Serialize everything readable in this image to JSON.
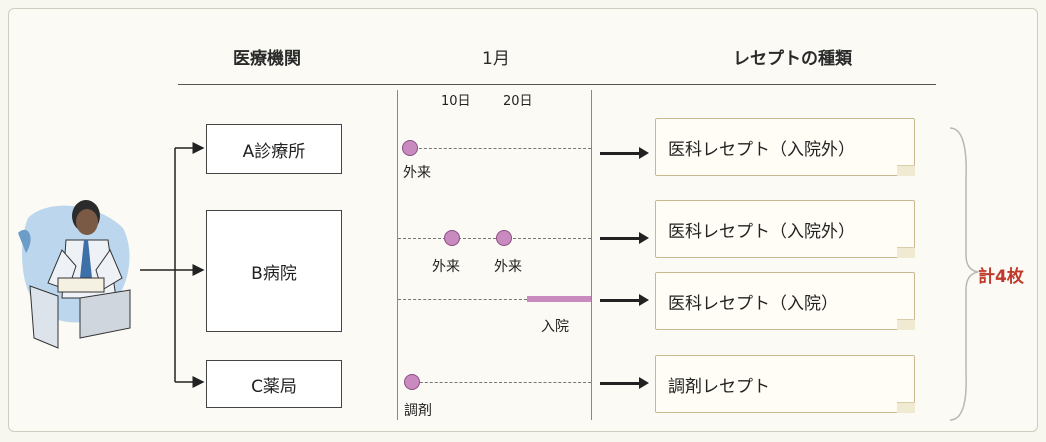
{
  "headers": {
    "institution": "医療機関",
    "month": "1月",
    "receipt_type": "レセプトの種類"
  },
  "dates": {
    "d10": "10日",
    "d20": "20日"
  },
  "institutions": {
    "a": "A診療所",
    "b": "B病院",
    "c": "C薬局"
  },
  "visits": {
    "a_outpatient": "外来",
    "b_outpatient_1": "外来",
    "b_outpatient_2": "外来",
    "b_inpatient": "入院",
    "c_dispensing": "調剤"
  },
  "receipts": {
    "r1": "医科レセプト（入院外）",
    "r2": "医科レセプト（入院外）",
    "r3": "医科レセプト（入院）",
    "r4": "調剤レセプト"
  },
  "total": "計4枚",
  "colors": {
    "dot": "#c98bbf",
    "total": "#c0392b",
    "receipt_border": "#c9b98e"
  }
}
